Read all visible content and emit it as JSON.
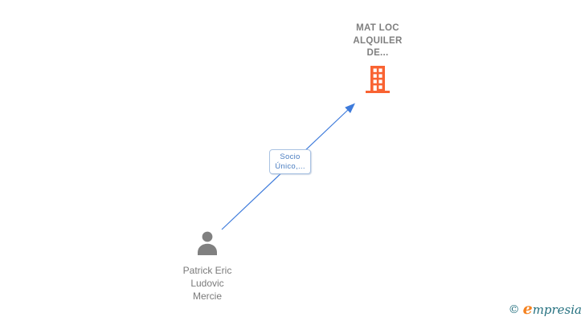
{
  "diagram": {
    "company": {
      "name_lines": [
        "MAT LOC",
        "ALQUILER",
        "DE..."
      ],
      "icon": "building-icon",
      "icon_color": "#f96332",
      "text_color": "#7f7f7f"
    },
    "edge": {
      "label_lines": [
        "Socio",
        "Único,..."
      ],
      "label_text_color": "#4a7dc0",
      "label_border_color": "#a9c2e2",
      "arrow_color": "#3e7bdb",
      "direction": "person-to-company"
    },
    "person": {
      "name_lines": [
        "Patrick Eric",
        "Ludovic",
        "Mercie"
      ],
      "icon": "person-icon",
      "icon_color": "#808080",
      "text_color": "#7a7a7a"
    }
  },
  "footer": {
    "copyright_symbol": "©",
    "brand_initial": "e",
    "brand_rest": "mpresia",
    "brand_teal": "#24707f",
    "brand_orange": "#f58220"
  }
}
